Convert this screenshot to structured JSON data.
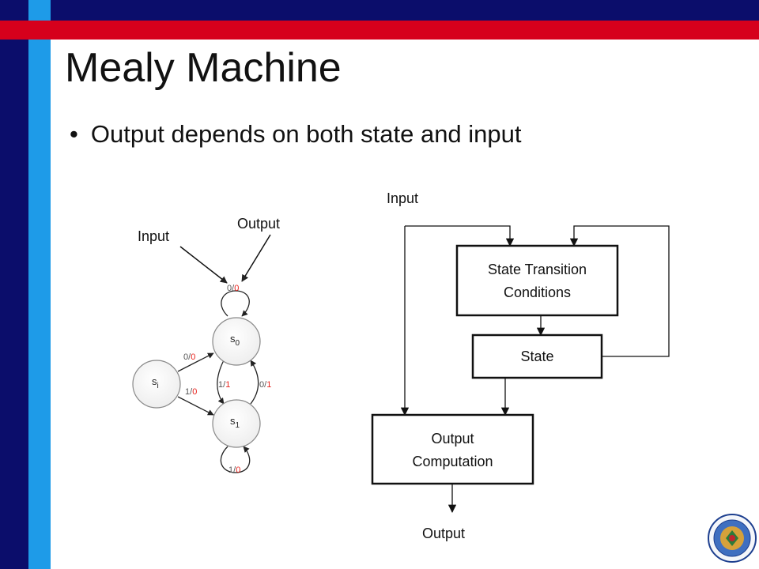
{
  "slide": {
    "title": "Mealy Machine",
    "bullet": "Output depends on both state and input"
  },
  "state_diagram": {
    "annotation_input": "Input",
    "annotation_output": "Output",
    "states": [
      "s0",
      "s1",
      "si"
    ],
    "transitions": [
      {
        "from": "s0",
        "to": "s0",
        "input": "0",
        "output": "0"
      },
      {
        "from": "si",
        "to": "s0",
        "input": "0",
        "output": "0"
      },
      {
        "from": "si",
        "to": "s1",
        "input": "1",
        "output": "0"
      },
      {
        "from": "s0",
        "to": "s1",
        "input": "1",
        "output": "1"
      },
      {
        "from": "s1",
        "to": "s0",
        "input": "0",
        "output": "1"
      },
      {
        "from": "s1",
        "to": "s1",
        "input": "1",
        "output": "0"
      }
    ],
    "input_color": "#555555",
    "output_color": "#e8241e"
  },
  "block_diagram": {
    "input_label": "Input",
    "output_label": "Output",
    "transition_block_line1": "State Transition",
    "transition_block_line2": "Conditions",
    "state_block": "State",
    "output_block_line1": "Output",
    "output_block_line2": "Computation"
  },
  "seal": {
    "icon": "university-seal-icon"
  },
  "colors": {
    "navy": "#0b0d6b",
    "cyan": "#1e9be8",
    "red": "#d6001c"
  }
}
